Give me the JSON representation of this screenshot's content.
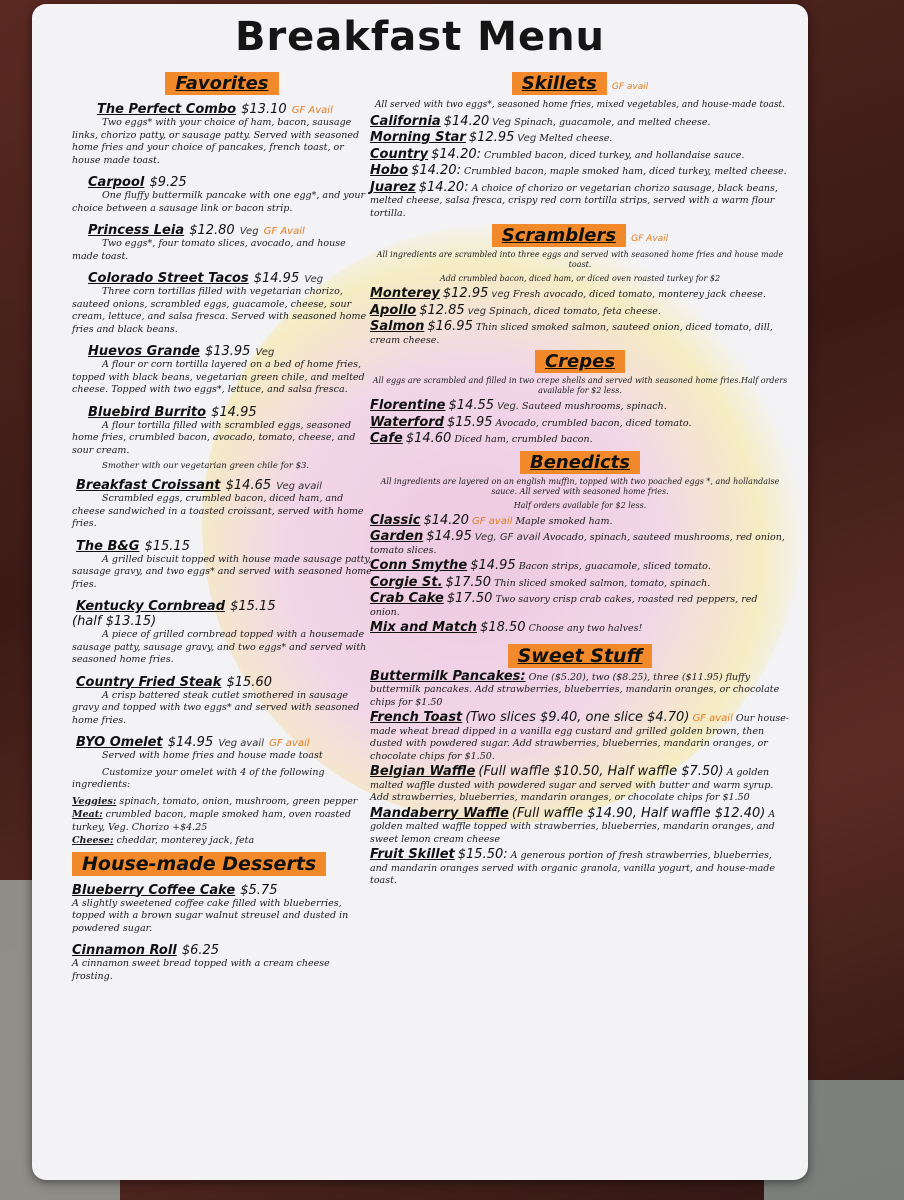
{
  "title": "Breakfast Menu",
  "favorites": {
    "heading": "Favorites",
    "items": [
      {
        "name": "The Perfect Combo",
        "price": "$13.10",
        "tags": [
          "GF Avail"
        ],
        "desc": "Two eggs* with your choice of ham, bacon, sausage links, chorizo patty, or sausage patty. Served with seasoned home fries and your choice of pancakes, french toast, or house made toast."
      },
      {
        "name": "Carpool",
        "price": "$9.25",
        "tags": [],
        "desc": "One fluffy buttermilk pancake with one egg*, and your choice between a sausage link or bacon strip."
      },
      {
        "name": "Princess Leia",
        "price": "$12.80",
        "tags": [
          "Veg",
          "GF Avail"
        ],
        "desc": "Two eggs*, four tomato slices, avocado, and house made toast."
      },
      {
        "name": "Colorado Street Tacos",
        "price": "$14.95",
        "tags": [
          "Veg"
        ],
        "desc": "Three corn tortillas filled with vegetarian chorizo, sauteed onions, scrambled eggs, guacamole, cheese, sour cream, lettuce, and salsa fresca. Served with seasoned home fries and black beans."
      },
      {
        "name": "Huevos Grande",
        "price": "$13.95",
        "tags": [
          "Veg"
        ],
        "desc": "A flour or corn tortilla layered on a bed of home fries, topped with black beans, vegetarian green chile, and melted cheese. Topped with two eggs*, lettuce, and salsa fresca."
      },
      {
        "name": "Bluebird Burrito",
        "price": "$14.95",
        "tags": [],
        "desc": "A flour tortilla filled with scrambled eggs, seasoned home fries, crumbled bacon, avocado, tomato, cheese, and sour cream.",
        "note": "Smother with our vegetarian green chile for $3."
      },
      {
        "name": "Breakfast Croissant",
        "price": "$14.65",
        "tags": [
          "Veg avail"
        ],
        "desc": "Scrambled eggs, crumbled bacon, diced ham, and cheese sandwiched in a toasted croissant, served with home fries."
      },
      {
        "name": "The B&G",
        "price": "$15.15",
        "tags": [],
        "desc": "A grilled biscuit topped with house made sausage patty, sausage gravy, and two eggs* and served with seasoned home fries."
      },
      {
        "name": "Kentucky Cornbread",
        "price": "$15.15",
        "tags": [],
        "sub": "(half $13.15)",
        "desc": "A piece of grilled cornbread topped with a housemade sausage patty, sausage gravy, and two eggs* and served with seasoned home fries."
      },
      {
        "name": "Country Fried Steak",
        "price": "$15.60",
        "tags": [],
        "desc": "A crisp battered steak cutlet smothered in sausage gravy and topped with two eggs* and served with seasoned home fries."
      },
      {
        "name": "BYO Omelet",
        "price": "$14.95",
        "tags": [
          "Veg avail",
          "GF avail"
        ],
        "desc": "Served with home fries and house made toast",
        "desc2": "Customize your omelet with 4 of the following ingredients:"
      }
    ],
    "options": [
      {
        "label": "Veggies:",
        "text": "spinach, tomato, onion, mushroom, green pepper"
      },
      {
        "label": "Meat:",
        "text": "crumbled bacon, maple smoked ham, oven roasted turkey, Veg. Chorizo +$4.25"
      },
      {
        "label": "Cheese:",
        "text": "cheddar, monterey jack, feta"
      }
    ]
  },
  "desserts": {
    "heading": "House-made Desserts",
    "items": [
      {
        "name": "Blueberry Coffee Cake",
        "price": "$5.75",
        "desc": "A slightly sweetened coffee cake filled with blueberries, topped with a brown sugar walnut streusel and dusted in powdered sugar."
      },
      {
        "name": "Cinnamon Roll",
        "price": "$6.25",
        "desc": "A cinnamon sweet bread topped with a cream cheese frosting."
      }
    ]
  },
  "skillets": {
    "heading": "Skillets",
    "gf": "GF avail",
    "intro": "All served with two eggs*, seasoned home fries, mixed vegetables, and house-made toast.",
    "items": [
      {
        "name": "California",
        "price": "$14.20",
        "tag": "Veg",
        "desc": "Spinach, guacamole, and melted cheese."
      },
      {
        "name": "Morning Star",
        "price": "$12.95",
        "tag": "Veg",
        "desc": "Melted cheese."
      },
      {
        "name": "Country",
        "price": "$14.20:",
        "tag": "",
        "desc": "Crumbled bacon, diced turkey, and hollandaise sauce."
      },
      {
        "name": "Hobo",
        "price": "$14.20:",
        "tag": "",
        "desc": "Crumbled bacon, maple smoked ham, diced turkey, melted cheese."
      },
      {
        "name": "Juarez",
        "price": "$14.20:",
        "tag": "",
        "desc": "A choice of chorizo or vegetarian chorizo sausage, black beans, melted cheese, salsa fresca, crispy red corn tortilla strips, served with a warm flour tortilla."
      }
    ]
  },
  "scramblers": {
    "heading": "Scramblers",
    "gf": "GF Avail",
    "intro": "All ingredients are scrambled into three eggs and served with seasoned home fries and house made toast.",
    "intro2": "Add crumbled bacon, diced ham, or diced oven roasted turkey for $2",
    "items": [
      {
        "name": "Monterey",
        "price": "$12.95",
        "tag": "veg",
        "desc": "Fresh avocado, diced tomato, monterey jack cheese."
      },
      {
        "name": "Apollo",
        "price": "$12.85",
        "tag": "veg",
        "desc": "Spinach, diced tomato, feta cheese."
      },
      {
        "name": "Salmon",
        "price": "$16.95",
        "tag": "",
        "desc": "Thin sliced smoked salmon, sauteed onion, diced tomato, dill, cream cheese."
      }
    ]
  },
  "crepes": {
    "heading": "Crepes",
    "intro": "All eggs are scrambled and filled in two crepe shells and served with seasoned home fries.Half orders available for $2 less.",
    "items": [
      {
        "name": "Florentine",
        "price": "$14.55",
        "tag": "Veg.",
        "desc": "Sauteed mushrooms, spinach."
      },
      {
        "name": "Waterford",
        "price": "$15.95",
        "tag": "",
        "desc": "Avocado, crumbled bacon, diced tomato."
      },
      {
        "name": "Cafe",
        "price": "$14.60",
        "tag": "",
        "desc": "Diced ham, crumbled bacon."
      }
    ]
  },
  "benedicts": {
    "heading": "Benedicts",
    "intro": "All ingredients are layered on an english muffin, topped with two poached eggs *, and hollandaise sauce. All served with seasoned home fries.",
    "intro2": "Half orders available for $2 less.",
    "items": [
      {
        "name": "Classic",
        "price": "$14.20",
        "tag": "GF avail",
        "desc": "Maple smoked ham."
      },
      {
        "name": "Garden",
        "price": "$14.95",
        "tag": "Veg, GF avail",
        "desc": "Avocado, spinach, sauteed mushrooms, red onion, tomato slices."
      },
      {
        "name": "Conn Smythe",
        "price": "$14.95",
        "tag": "",
        "desc": "Bacon strips, guacamole, sliced tomato."
      },
      {
        "name": "Corgie St.",
        "price": "$17.50",
        "tag": "",
        "desc": "Thin sliced smoked salmon, tomato, spinach."
      },
      {
        "name": "Crab Cake",
        "price": "$17.50",
        "tag": "",
        "desc": "Two savory crisp crab cakes, roasted red peppers, red onion."
      },
      {
        "name": "Mix and Match",
        "price": "$18.50",
        "tag": "",
        "desc": "Choose any two halves!"
      }
    ]
  },
  "sweet": {
    "heading": "Sweet Stuff",
    "items": [
      {
        "name": "Buttermilk Pancakes:",
        "price": "",
        "extra": "",
        "desc": "One ($5.20), two ($8.25), three ($11.95) fluffy buttermilk pancakes. Add strawberries, blueberries, mandarin oranges, or chocolate chips for $1.50"
      },
      {
        "name": "French Toast",
        "price": "(Two slices $9.40, one slice $4.70)",
        "extra": "GF avail",
        "desc": "Our house-made wheat bread dipped in a vanilla egg custard and grilled golden brown, then dusted with powdered sugar. Add strawberries, blueberries, mandarin oranges, or chocolate chips for $1.50."
      },
      {
        "name": "Belgian Waffle",
        "price": "(Full waffle $10.50, Half waffle $7.50)",
        "extra": "",
        "desc": "A golden malted waffle dusted with powdered sugar and served with butter and warm syrup. Add strawberries, blueberries, mandarin oranges, or chocolate chips for $1.50"
      },
      {
        "name": "Mandaberry Waffle",
        "price": "(Full waffle $14.90, Half waffle $12.40)",
        "extra": "",
        "desc": "A golden malted waffle topped with strawberries, blueberries, mandarin oranges, and sweet lemon cream cheese"
      },
      {
        "name": "Fruit Skillet",
        "price": "$15.50:",
        "extra": "",
        "desc": "A generous portion of fresh strawberries, blueberries, and mandarin oranges served with organic granola, vanilla yogurt, and house-made toast."
      }
    ]
  }
}
